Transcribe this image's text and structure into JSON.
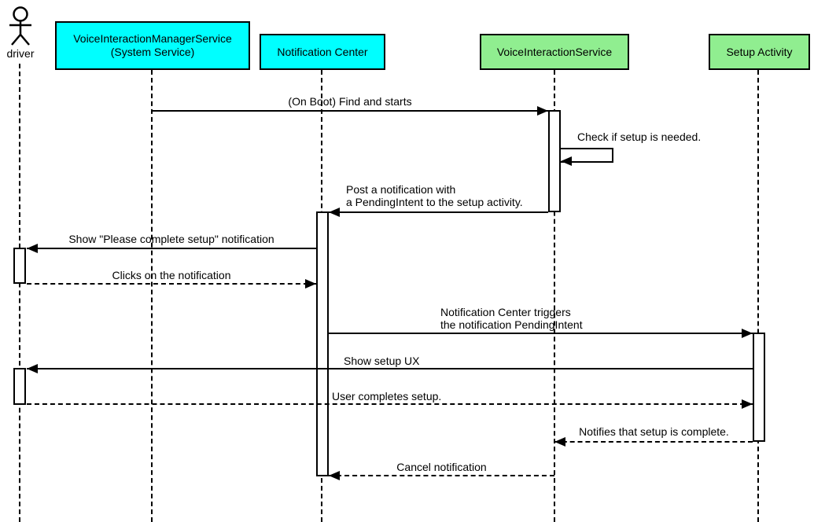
{
  "participants": [
    {
      "id": "driver",
      "kind": "actor",
      "label": "driver"
    },
    {
      "id": "vims",
      "kind": "box",
      "line1": "VoiceInteractionManagerService",
      "line2": "(System Service)",
      "fill": "#00ffff"
    },
    {
      "id": "nc",
      "kind": "box",
      "line1": "Notification Center",
      "fill": "#00ffff"
    },
    {
      "id": "vis",
      "kind": "box",
      "line1": "VoiceInteractionService",
      "fill": "#90ee90"
    },
    {
      "id": "sa",
      "kind": "box",
      "line1": "Setup Activity",
      "fill": "#90ee90"
    }
  ],
  "messages": [
    {
      "from": "vims",
      "to": "vis",
      "style": "solid",
      "label": "(On Boot) Find and starts"
    },
    {
      "from": "vis",
      "to": "vis",
      "style": "solid",
      "self_message": true,
      "label": "Check if setup is needed."
    },
    {
      "from": "vis",
      "to": "nc",
      "style": "solid",
      "line1": "Post a notification with",
      "line2": "a PendingIntent to the setup activity."
    },
    {
      "from": "nc",
      "to": "driver",
      "style": "solid",
      "label": "Show \"Please complete setup\" notification"
    },
    {
      "from": "driver",
      "to": "nc",
      "style": "dashed",
      "label": "Clicks on the notification"
    },
    {
      "from": "nc",
      "to": "sa",
      "style": "solid",
      "line1": "Notification Center triggers",
      "line2": "the notification PendingIntent"
    },
    {
      "from": "sa",
      "to": "driver",
      "style": "solid",
      "label": "Show setup UX"
    },
    {
      "from": "driver",
      "to": "sa",
      "style": "dashed",
      "label": "User completes setup."
    },
    {
      "from": "sa",
      "to": "vis",
      "style": "dashed",
      "label": "Notifies that setup is complete."
    },
    {
      "from": "vis",
      "to": "nc",
      "style": "dashed",
      "label": "Cancel notification"
    }
  ],
  "colors": {
    "participant_cyan": "#00ffff",
    "participant_green": "#90ee90",
    "line": "#000000",
    "background": "#ffffff"
  }
}
